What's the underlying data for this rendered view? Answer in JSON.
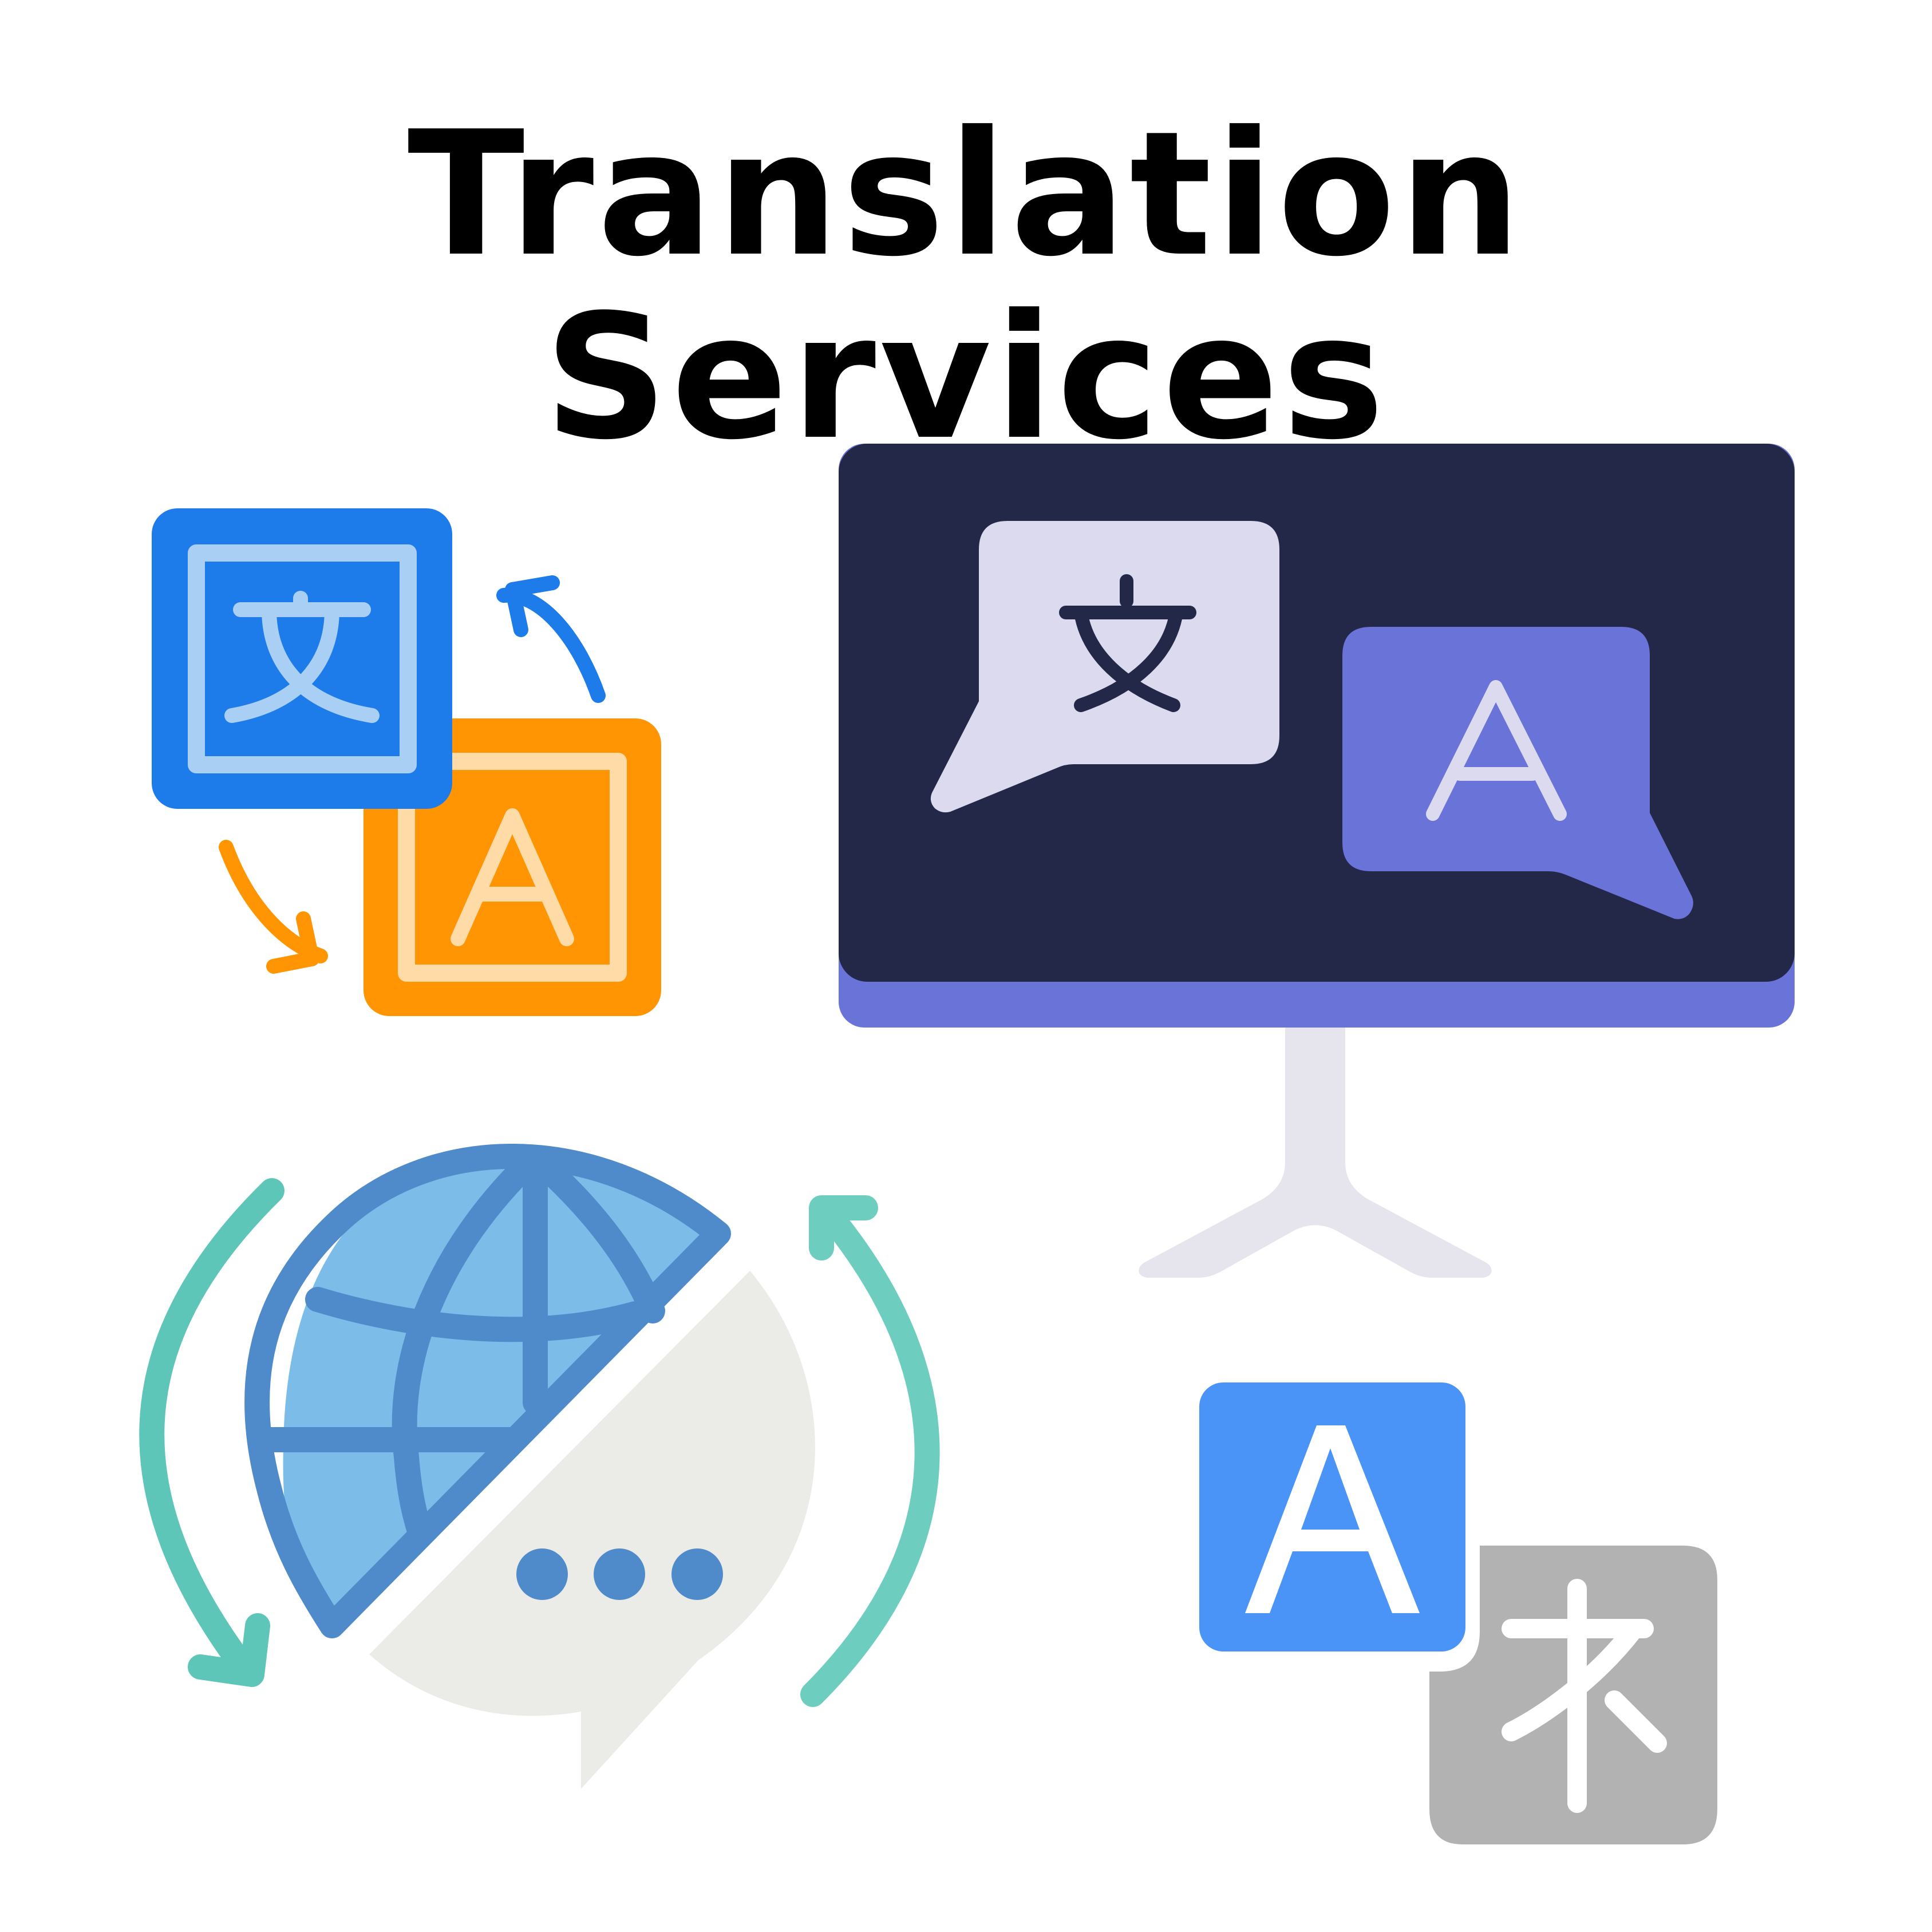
{
  "title": "Translation Services",
  "icons": {
    "top_left": {
      "source_icon": "chinese-character-icon",
      "target_icon": "letter-a-icon",
      "arrows": [
        "arrow-up-right-icon",
        "arrow-down-right-icon"
      ]
    },
    "monitor": {
      "left_bubble_icon": "chinese-character-icon",
      "right_bubble_icon": "letter-a-icon"
    },
    "globe": {
      "globe_icon": "globe-icon",
      "bubble_icon": "speech-bubble-ellipsis-icon",
      "arrows": [
        "arrow-clockwise-left-icon",
        "arrow-clockwise-right-icon"
      ]
    },
    "bottom_right": {
      "front_icon": "letter-a-icon",
      "back_icon": "japanese-character-icon"
    }
  },
  "glyphs": {
    "latin_a": "A",
    "cjk_wen": "文",
    "cjk_a": "ネ"
  },
  "colors": {
    "blue_tile": "#1E7CEA",
    "blue_tile_inner": "#A9CFF5",
    "orange_tile": "#FF9502",
    "orange_tile_inner": "#FFDBA8",
    "monitor_screen": "#232748",
    "monitor_bezel": "#6A73D8",
    "monitor_stand": "#E6E5EE",
    "bubble_light": "#DBDAEE",
    "bubble_purple": "#6A73D8",
    "globe_fill": "#7BBDE8",
    "globe_line": "#4F8BCB",
    "chat_bubble": "#EBEBE7",
    "teal_arrow": "#5EC6B8",
    "a_tile": "#4A94F8",
    "gray_tile": "#B2B2B2"
  }
}
